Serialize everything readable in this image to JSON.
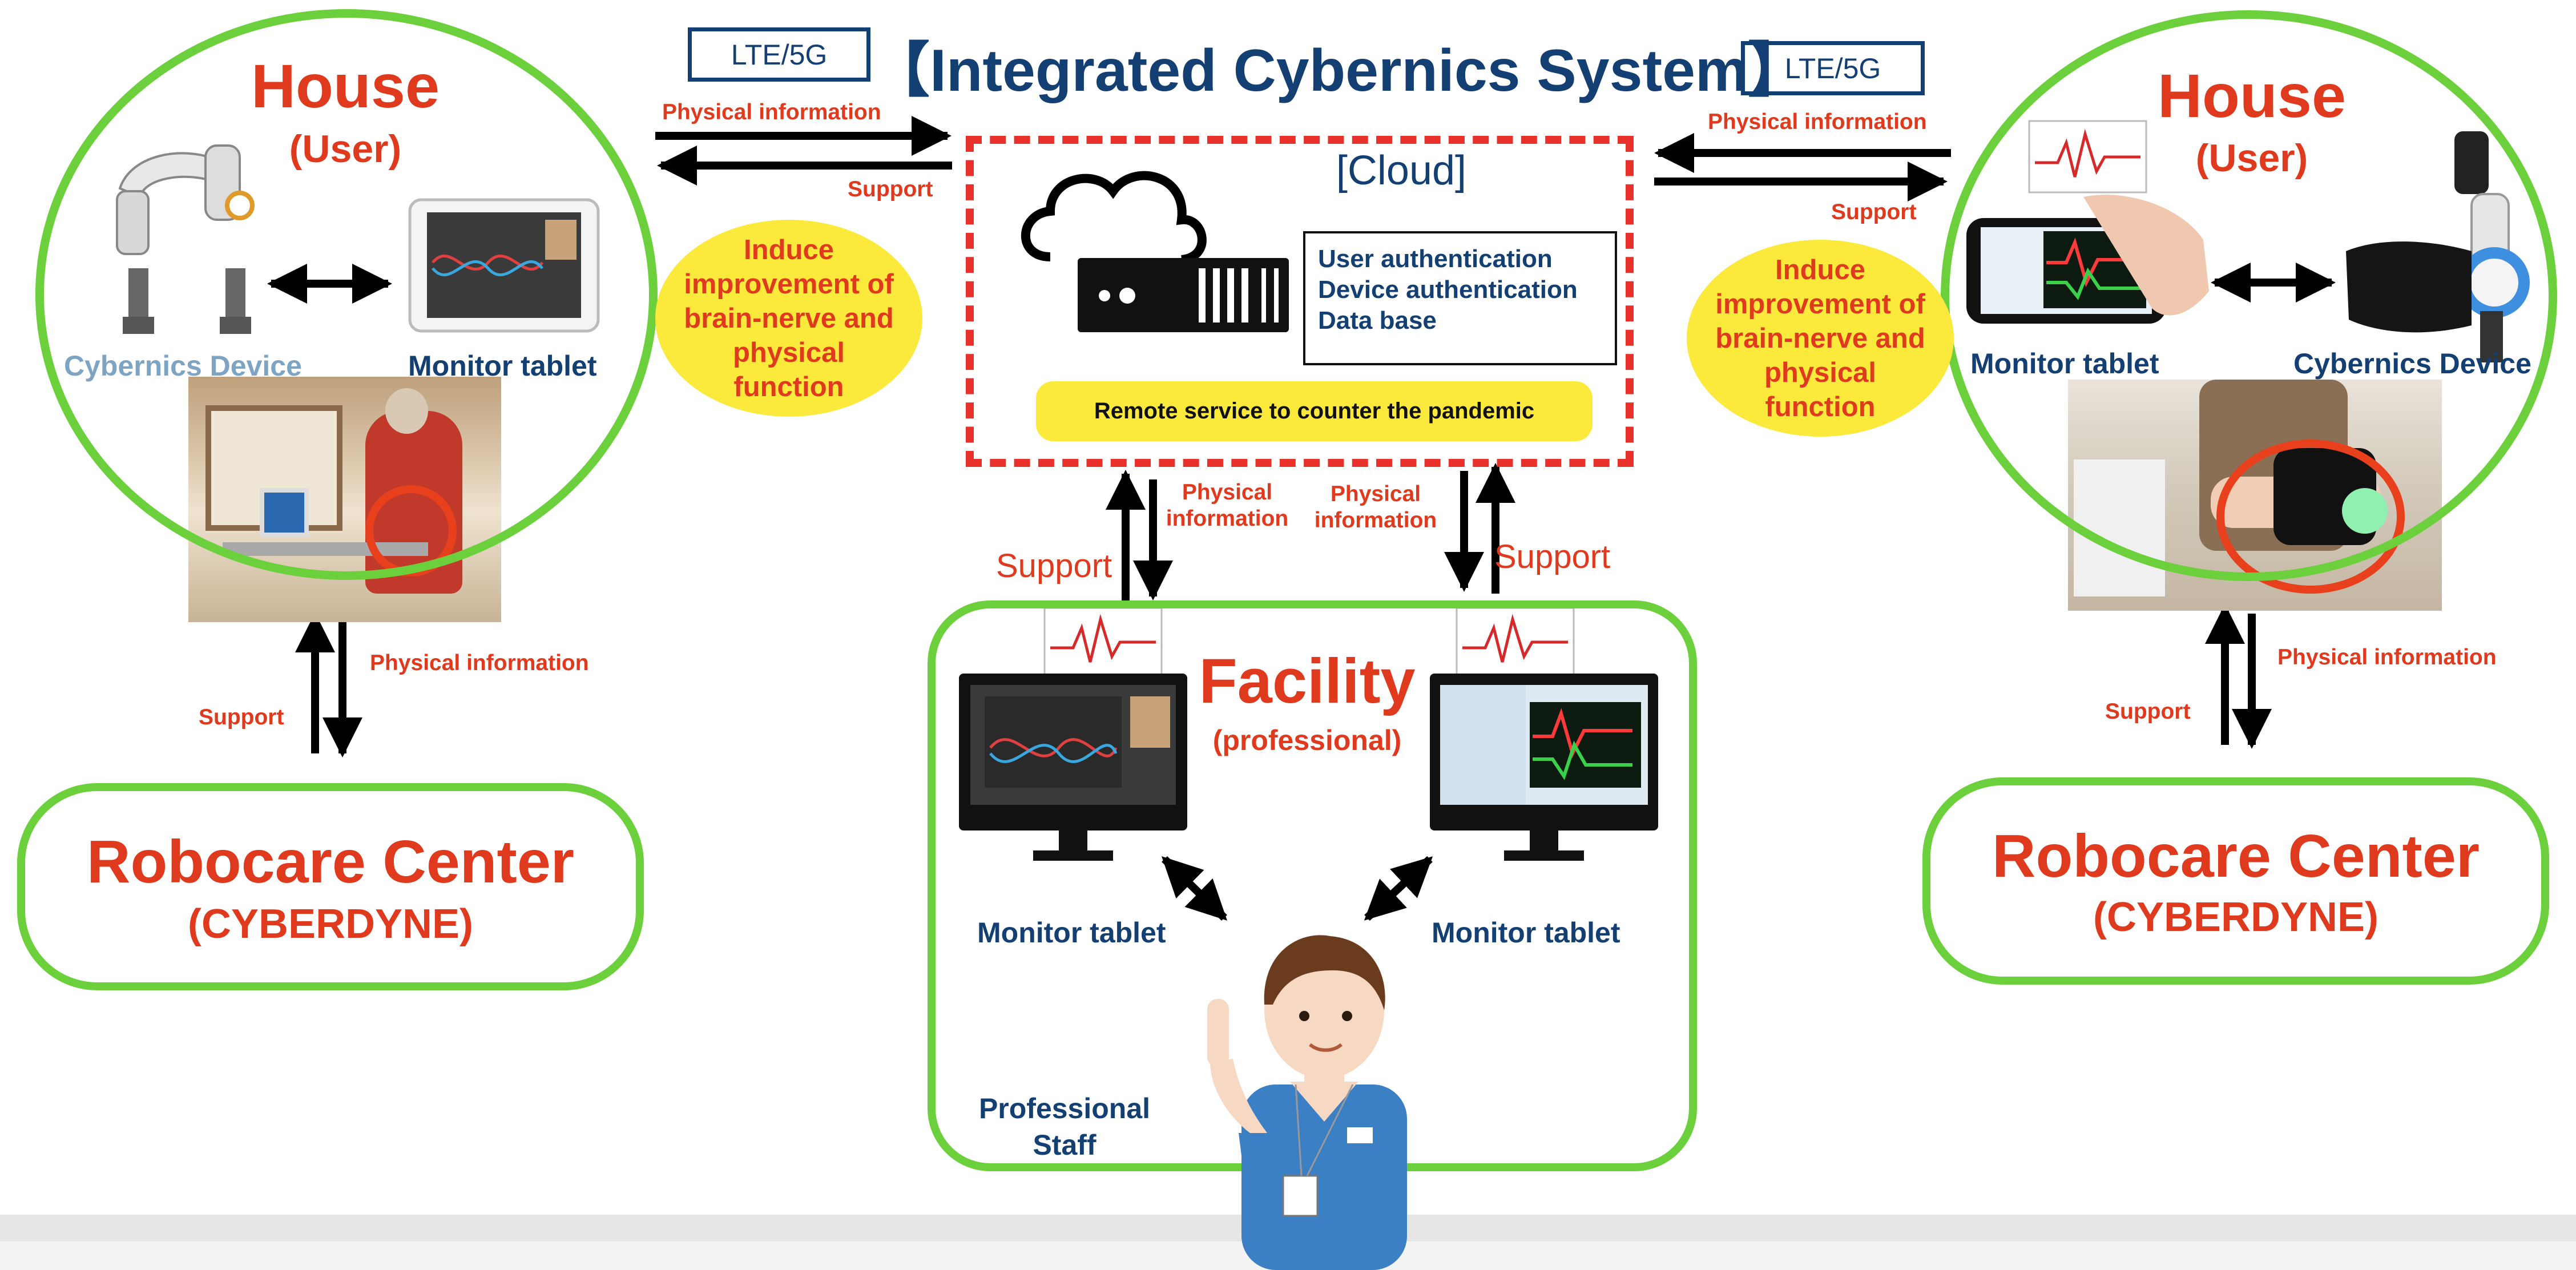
{
  "header": {
    "title": "【Integrated Cybernics System】",
    "lte_left": "LTE/5G",
    "lte_right": "LTE/5G"
  },
  "cloud": {
    "title": "[Cloud]",
    "services": [
      "User authentication",
      "Device authentication",
      "Data base"
    ],
    "remote": "Remote service to counter the pandemic"
  },
  "house_left": {
    "title": "House",
    "subtitle": "(User)",
    "device_label": "Cybernics Device",
    "tablet_label": "Monitor tablet"
  },
  "house_right": {
    "title": "House",
    "subtitle": "(User)",
    "device_label": "Cybernics Device",
    "tablet_label": "Monitor tablet"
  },
  "induce_left": "Induce improvement of brain-nerve and physical function",
  "induce_right": "Induce improvement of brain-nerve and physical function",
  "facility": {
    "title": "Facility",
    "subtitle": "(professional)",
    "tablet_left": "Monitor tablet",
    "tablet_right": "Monitor tablet",
    "staff": "Professional Staff"
  },
  "robocare_left": {
    "title": "Robocare Center",
    "subtitle": "(CYBERDYNE)"
  },
  "robocare_right": {
    "title": "Robocare Center",
    "subtitle": "(CYBERDYNE)"
  },
  "flows": {
    "phys_top_left": "Physical information",
    "support_top_left": "Support",
    "phys_top_right": "Physical information",
    "support_top_right": "Support",
    "support_cloud_left": "Support",
    "phys_cloud_left": "Physical information",
    "phys_cloud_right": "Physical information",
    "support_cloud_right": "Support",
    "phys_left_robocare": "Physical information",
    "support_left_robocare": "Support",
    "phys_right_robocare": "Physical information",
    "support_right_robocare": "Support"
  },
  "colors": {
    "green": "#6cd03c",
    "red": "#e03a1e",
    "navy": "#143f73",
    "yellow": "#fbe93c"
  }
}
